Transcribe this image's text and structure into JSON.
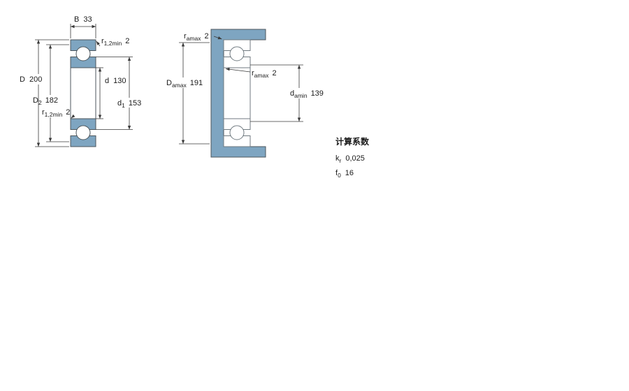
{
  "colors": {
    "steel_blue": "#7EA5C1",
    "outline": "#4D565C",
    "dim_line": "#3A3A3A"
  },
  "left_figure": {
    "b": {
      "base": "B",
      "value": "33"
    },
    "r12_top": {
      "base": "r",
      "sub": "1,2min",
      "value": "2"
    },
    "D": {
      "base": "D",
      "value": "200"
    },
    "d": {
      "base": "d",
      "value": "130"
    },
    "D2": {
      "base": "D",
      "sub": "2",
      "value": "182"
    },
    "d1": {
      "base": "d",
      "sub": "1",
      "value": "153"
    },
    "r12_bottom": {
      "base": "r",
      "sub": "1,2min",
      "value": "2"
    }
  },
  "right_figure": {
    "ra_top": {
      "base": "r",
      "sub": "amax",
      "value": "2"
    },
    "Da": {
      "base": "D",
      "sub": "amax",
      "value": "191"
    },
    "ra_mid": {
      "base": "r",
      "sub": "amax",
      "value": "2"
    },
    "da": {
      "base": "d",
      "sub": "amin",
      "value": "139"
    }
  },
  "factors": {
    "title": "计算系数",
    "rows": [
      {
        "base": "k",
        "sub": "r",
        "value": "0,025"
      },
      {
        "base": "f",
        "sub": "0",
        "value": "16"
      }
    ]
  }
}
